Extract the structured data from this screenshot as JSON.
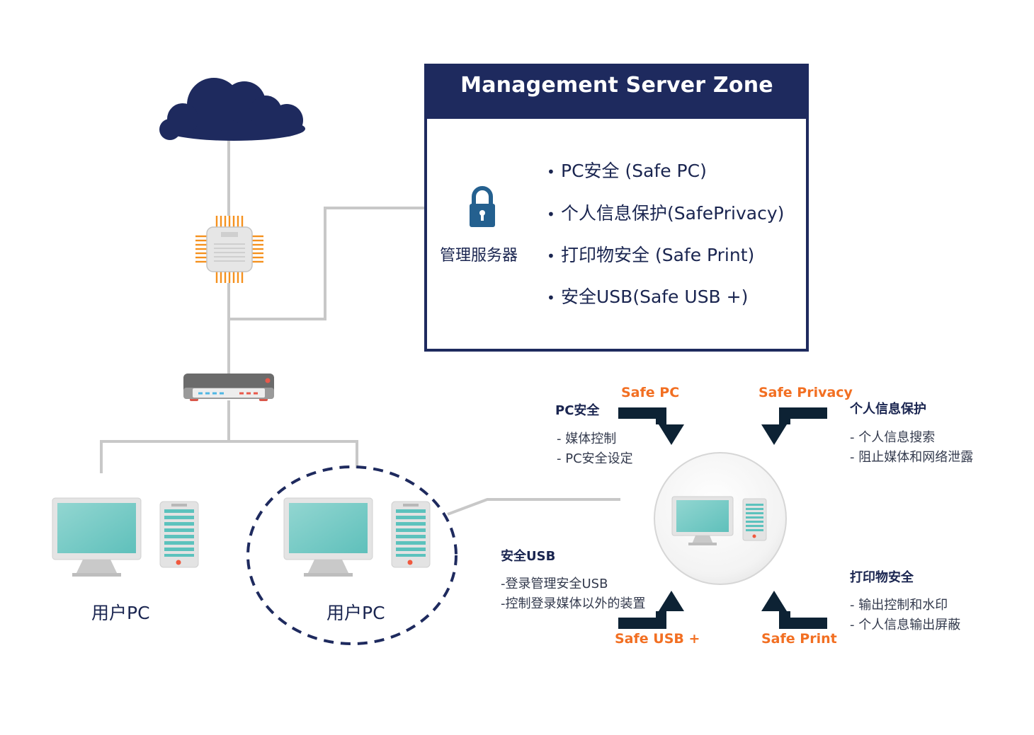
{
  "zone": {
    "title": "Management Server Zone",
    "server_label": "管理服务器",
    "features": [
      "PC安全 (Safe PC)",
      "个人信息保护(SafePrivacy)",
      "打印物安全 (Safe Print)",
      "安全USB(Safe USB +)"
    ]
  },
  "pcs": [
    {
      "label": "用户PC"
    },
    {
      "label": "用户PC"
    }
  ],
  "modules": {
    "safe_pc": {
      "tag": "Safe PC",
      "title": "PC安全",
      "items": [
        "- 媒体控制",
        "- PC安全设定"
      ]
    },
    "safe_privacy": {
      "tag": "Safe Privacy",
      "title": "个人信息保护",
      "items": [
        "- 个人信息搜索",
        "- 阻止媒体和网络泄露"
      ]
    },
    "safe_usb": {
      "tag": "Safe USB +",
      "title": "安全USB",
      "items": [
        "-登录管理安全USB",
        "-控制登录媒体以外的装置"
      ]
    },
    "safe_print": {
      "tag": "Safe Print",
      "title": "打印物安全",
      "items": [
        "- 输出控制和水印",
        "- 个人信息输出屏蔽"
      ]
    }
  },
  "colors": {
    "navy": "#1e2a5e",
    "dark_arrow": "#0d2234",
    "orange": "#f26f22",
    "screen": "#72c9c4",
    "line": "#c8c8c8"
  },
  "icons": [
    "cloud-icon",
    "chip-icon",
    "router-icon",
    "lock-icon",
    "monitor-icon",
    "tower-icon"
  ]
}
